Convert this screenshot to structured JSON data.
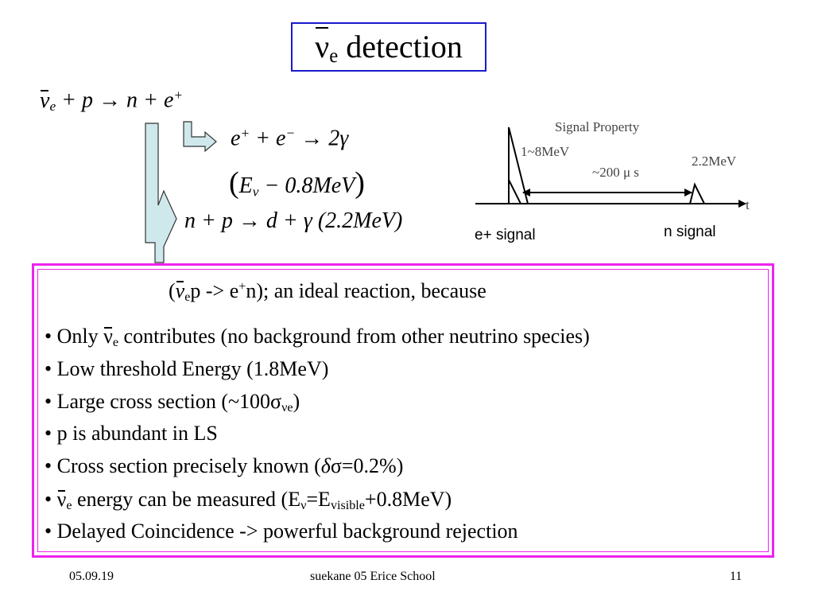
{
  "title": {
    "symbol": "ν",
    "sub": "e",
    "text": " detection"
  },
  "equations": {
    "main": {
      "nu": "ν",
      "nu_sub": "e",
      "rest": " + p → n + e",
      "sup": "+"
    },
    "annihilation": {
      "a": "e",
      "a_sup": "+",
      "b": " + e",
      "b_sup": "−",
      "c": " → 2γ"
    },
    "energy": {
      "open": "(",
      "e": "E",
      "e_sub": "ν",
      "rest": " − 0.8MeV",
      "close": ")"
    },
    "capture": {
      "text": "n + p → d + γ (2.2MeV)"
    }
  },
  "signal_property": {
    "title": "Signal Property",
    "prompt_energy": "1~8MeV",
    "delay": "~200 μ s",
    "delayed_energy": "2.2MeV",
    "axis_label": "t",
    "prompt_label": "e+ signal",
    "delayed_label": "n signal"
  },
  "box": {
    "header": {
      "open": "(",
      "nu": "ν",
      "nu_sub": "e",
      "mid": "p -> e",
      "sup": "+",
      "rest": "n); an ideal reaction, because"
    },
    "bullets": {
      "b1": {
        "pre": "• Only ",
        "nu": "ν",
        "nu_sub": "e",
        "post": " contributes (no background from other neutrino species)"
      },
      "b2": "• Low threshold Energy (1.8MeV)",
      "b3": {
        "pre": "• Large cross section (~100σ",
        "sub": "νe",
        "post": ")"
      },
      "b4": "• p is abundant in LS",
      "b5": {
        "pre": "• Cross section precisely known (",
        "delta": "δ",
        "post": "σ=0.2%)"
      },
      "b6": {
        "pre": "• ",
        "nu": "ν",
        "nu_sub": "e",
        "mid": " energy can be measured (E",
        "s1": "ν",
        "eq": "=E",
        "s2": "visible",
        "post": "+0.8MeV)"
      },
      "b7": "• Delayed Coincidence -> powerful background rejection"
    }
  },
  "footer": {
    "date": "05.09.19",
    "center": "suekane 05 Erice School",
    "page": "11"
  },
  "colors": {
    "title_border": "#1a1acc",
    "box_border": "#ee22ee",
    "arrow_fill": "#cfe8ec",
    "plot_line": "#000000"
  }
}
